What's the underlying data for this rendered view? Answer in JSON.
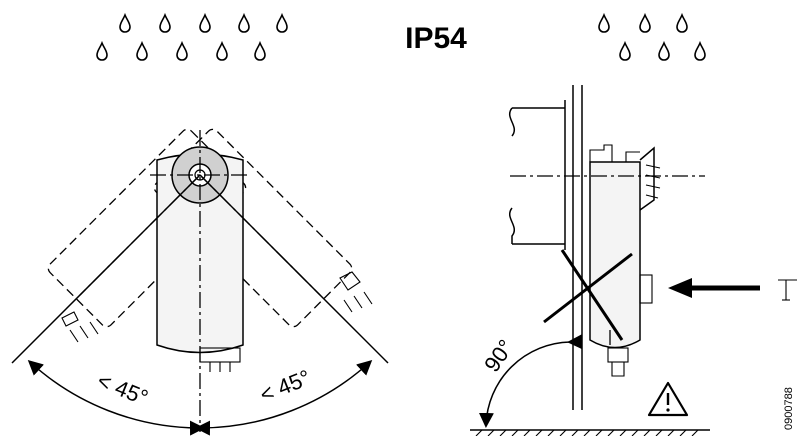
{
  "header": {
    "title": "IP54"
  },
  "left_view": {
    "angle_label_left": "< 45°",
    "angle_label_right": "< 45°"
  },
  "right_view": {
    "angle_label": "90°",
    "warning_icon": "warning-triangle-icon",
    "direction_icon": "arrow-left-icon"
  },
  "drawing_code": "0900788",
  "icons": {
    "drop": "water-drop-icon"
  }
}
